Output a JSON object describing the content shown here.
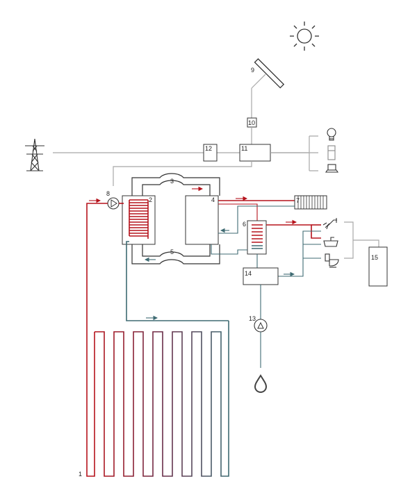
{
  "colors": {
    "supply": "#b5121b",
    "return": "#3e6a72",
    "power_line": "#a8a8a8",
    "outline": "#333333"
  },
  "icons": {
    "sun": "sun-icon",
    "pylon": "power-pylon-icon",
    "bulb": "light-bulb-icon",
    "fridge": "fridge-icon",
    "laptop": "laptop-icon",
    "shower": "shower-icon",
    "sink": "sink-icon",
    "toilet": "toilet-icon",
    "drop": "water-drop-icon"
  },
  "labels": {
    "l1": "1",
    "l2": "2",
    "l3": "3",
    "l4": "4",
    "l5": "5",
    "l6": "6",
    "l7": "7",
    "l8": "8",
    "l9": "9",
    "l10": "10",
    "l11": "11",
    "l12": "12",
    "l13": "13",
    "l14": "14",
    "l15": "15"
  }
}
